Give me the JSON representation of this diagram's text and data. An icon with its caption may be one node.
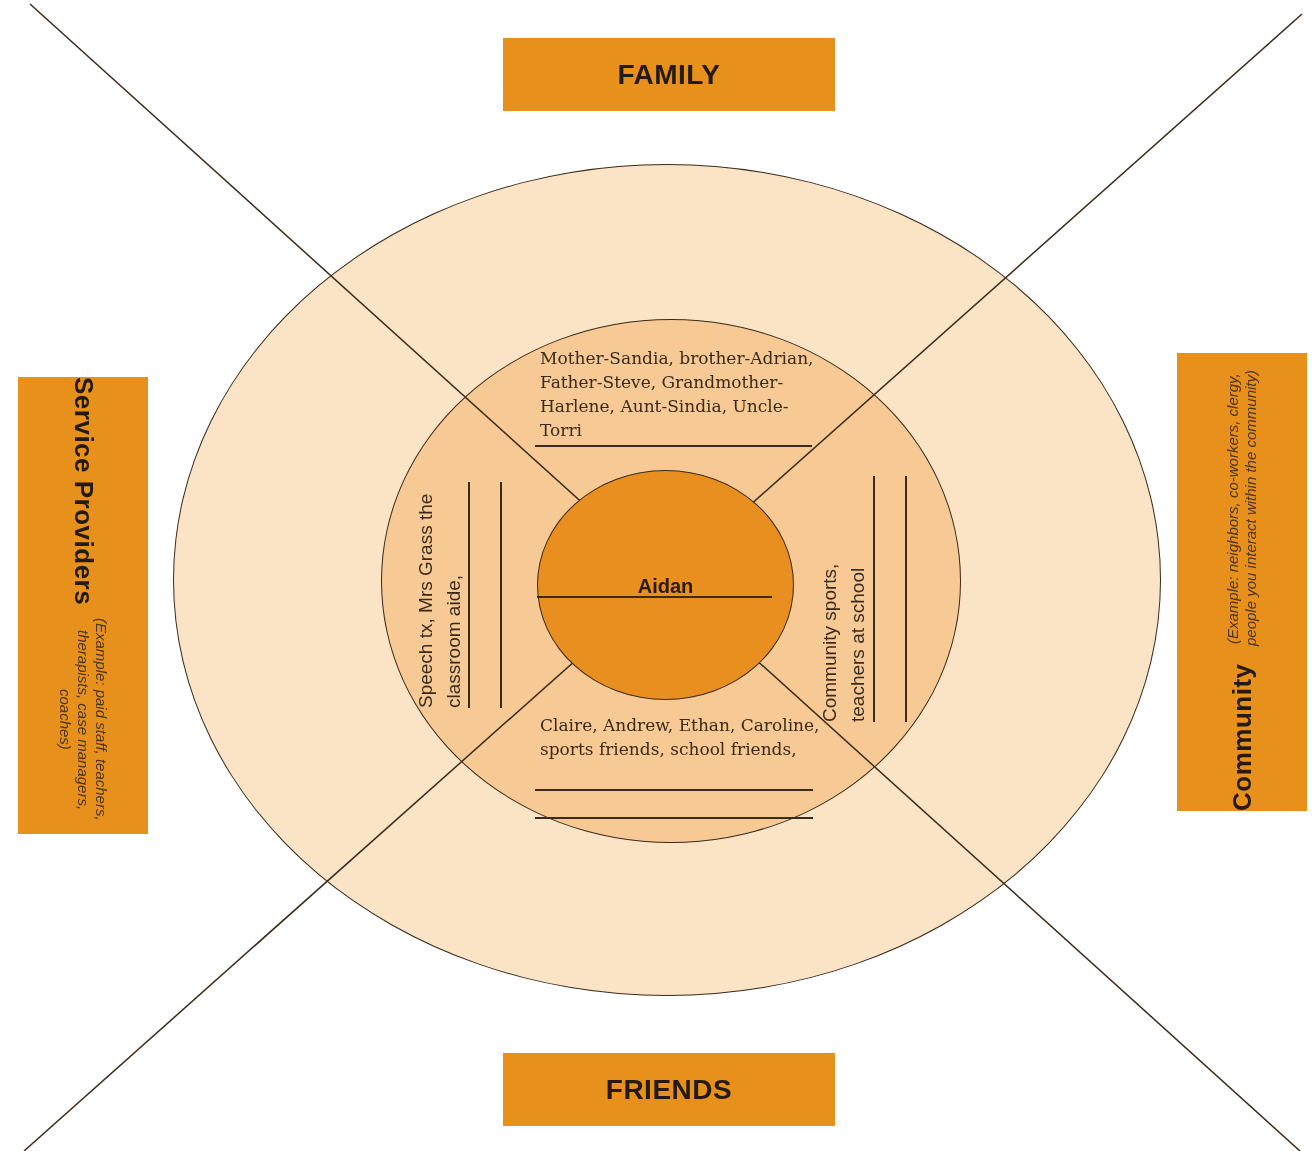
{
  "diagram": {
    "nodes": [
      {
        "text": [
          "FAMILY"
        ]
      },
      {
        "text": [
          "Service Providers",
          "(Example: paid staff, teachers, therapists, case managers, coaches)"
        ]
      },
      {
        "text": [],
        "shape": "circle"
      },
      {
        "text": [],
        "shape": "circle",
        "in": 2
      },
      {
        "text": [
          "Aidan"
        ],
        "in": 3
      },
      {
        "text": [
          "Community",
          "(Example: neighbors, co-workers, clergy, people you interact within the community)"
        ]
      },
      {
        "text": [
          "FRIENDS"
        ]
      }
    ],
    "labels": [
      "Mother-Sandia, brother-Adrian, Father-Steve, Grandmother-Harlene, Aunt-Sindia, Uncle- Torri",
      "Speech tx, Mrs Grass the classroom aide,",
      "Community sports, teachers at school",
      "Claire, Andrew, Ethan, Caroline, sports friends, school friends,"
    ]
  }
}
